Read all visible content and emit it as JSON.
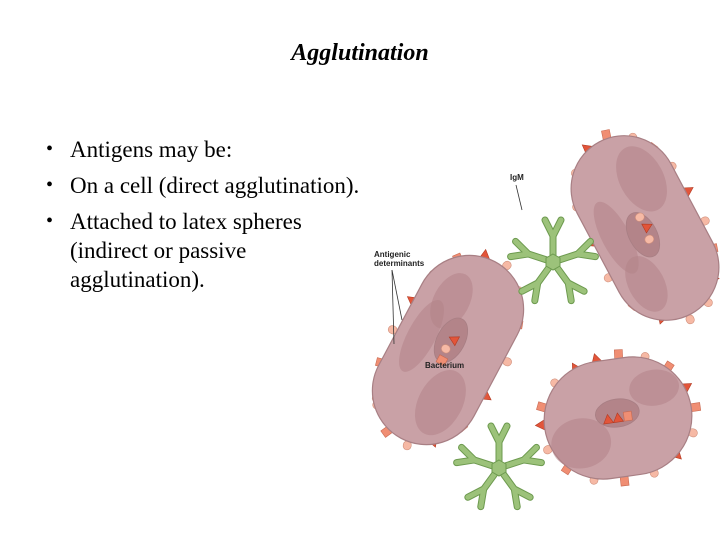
{
  "slide": {
    "title": "Agglutination",
    "bullets": [
      "Antigens may be:",
      "On a cell (direct agglutination).",
      "Attached to latex spheres (indirect or passive agglutination)."
    ]
  },
  "diagram": {
    "labels": {
      "igm": "IgM",
      "antigenic_line1": "Antigenic",
      "antigenic_line2": "determinants",
      "bacterium": "Bacterium"
    },
    "colors": {
      "bacterium_body": "#c9a1a6",
      "bacterium_shade": "#b38489",
      "bacterium_outline": "#a87f84",
      "antigen_red": "#e2553a",
      "antigen_salmon": "#f08e73",
      "antigen_light": "#f6b9a5",
      "igm_green": "#9cc27a",
      "igm_outline": "#6d9a4f",
      "label_line": "#333333"
    }
  }
}
